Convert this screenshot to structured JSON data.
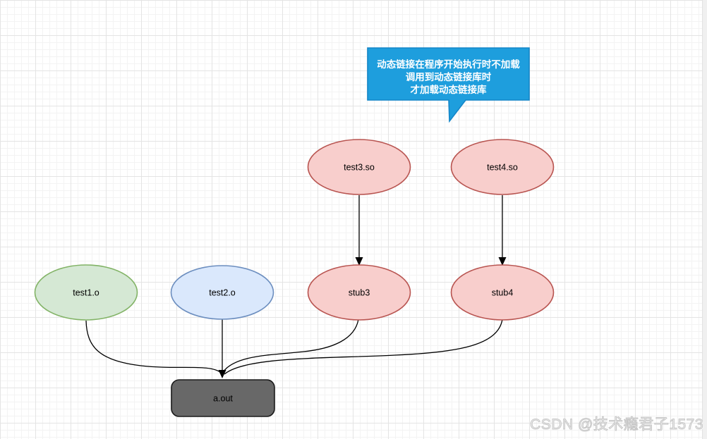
{
  "canvas": {
    "background": "#ffffff",
    "grid_minor_color": "#f3f3f3",
    "grid_major_color": "#e4e4e4"
  },
  "callout": {
    "lines": [
      "动态链接在程序开始执行时不加载",
      "调用到动态链接库时",
      "才加载动态链接库"
    ],
    "fill": "#1e9edd",
    "stroke": "#1486c8",
    "text_color": "#ffffff"
  },
  "nodes": {
    "test3so": {
      "label": "test3.so",
      "shape": "ellipse",
      "fill": "#f8cecc",
      "stroke": "#b85450"
    },
    "test4so": {
      "label": "test4.so",
      "shape": "ellipse",
      "fill": "#f8cecc",
      "stroke": "#b85450"
    },
    "test1o": {
      "label": "test1.o",
      "shape": "ellipse",
      "fill": "#d5e8d4",
      "stroke": "#82b366"
    },
    "test2o": {
      "label": "test2.o",
      "shape": "ellipse",
      "fill": "#dae8fc",
      "stroke": "#6c8ebf"
    },
    "stub3": {
      "label": "stub3",
      "shape": "ellipse",
      "fill": "#f8cecc",
      "stroke": "#b85450"
    },
    "stub4": {
      "label": "stub4",
      "shape": "ellipse",
      "fill": "#f8cecc",
      "stroke": "#b85450"
    },
    "aout": {
      "label": "a.out",
      "shape": "rounded-rect",
      "fill": "#686868",
      "stroke": "#1a1a1a",
      "text_color": "#000000"
    }
  },
  "edges": {
    "color": "#000000",
    "list": [
      {
        "from": "test3.so",
        "to": "stub3",
        "style": "straight-arrow"
      },
      {
        "from": "test4.so",
        "to": "stub4",
        "style": "straight-arrow"
      },
      {
        "from": "test1.o",
        "to": "a.out",
        "style": "curved-arrow"
      },
      {
        "from": "test2.o",
        "to": "a.out",
        "style": "straight-arrow"
      },
      {
        "from": "stub3",
        "to": "a.out",
        "style": "curved-arrow"
      },
      {
        "from": "stub4",
        "to": "a.out",
        "style": "curved-arrow"
      }
    ]
  },
  "watermark": {
    "text": "CSDN @技术瘾君子1573",
    "color": "#c6c6c6"
  }
}
